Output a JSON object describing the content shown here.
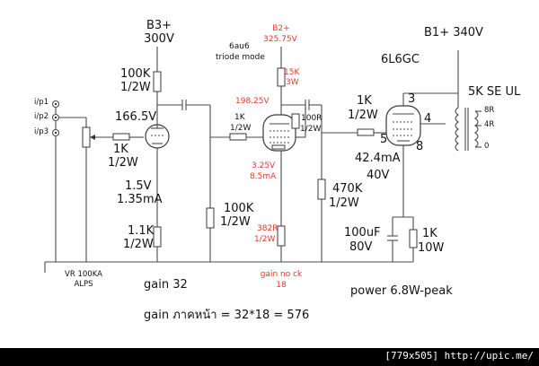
{
  "title_section": {
    "b3_label": "B3+",
    "b3_voltage": "300V",
    "b2_label": "B2+",
    "b2_voltage": "325.75V",
    "b1_label": "B1+ 340V"
  },
  "input_stage": {
    "inputs": [
      "i/p1",
      "i/p2",
      "i/p3"
    ],
    "volume_pot": "VR 100KA",
    "volume_pot_brand": "ALPS",
    "grid_resistor_value": "1K",
    "grid_resistor_power": "1/2W",
    "plate_resistor_value": "100K",
    "plate_resistor_power": "1/2W",
    "plate_voltage": "166.5V",
    "cathode_voltage": "1.5V",
    "cathode_current": "1.35mA",
    "cathode_resistor_value": "1.1K",
    "cathode_resistor_power": "1/2W",
    "gain_label": "gain 32"
  },
  "driver_stage": {
    "tube_name": "6au6",
    "tube_mode": "triode mode",
    "plate_resistor_value": "15K",
    "plate_resistor_power": "3W",
    "plate_voltage": "198.25V",
    "grid_resistor_value": "1K",
    "grid_resistor_power": "1/2W",
    "grid_leak_value": "100K",
    "grid_leak_power": "1/2W",
    "cathode_voltage": "3.25V",
    "cathode_current": "8.5mA",
    "cathode_resistor_value": "382R",
    "cathode_resistor_power": "1/2W",
    "gain_label": "gain no ck",
    "gain_value": "18",
    "stopper_value": "100R",
    "stopper_power": "1/2W"
  },
  "output_stage": {
    "tube_name": "6L6GC",
    "grid_resistor_value": "1K",
    "grid_resistor_power": "1/2W",
    "grid_leak_value": "470K",
    "grid_leak_power": "1/2W",
    "pin_3": "3",
    "pin_4": "4",
    "pin_5": "5",
    "pin_8": "8",
    "cathode_current": "42.4mA",
    "cathode_voltage": "40V",
    "cathode_cap_value": "100uF",
    "cathode_cap_voltage": "80V",
    "cathode_resistor_value": "1K",
    "cathode_resistor_power": "10W",
    "transformer": "5K SE UL",
    "tap_8": "8R",
    "tap_4": "4R",
    "tap_0": "0",
    "power_label": "power 6.8W-peak"
  },
  "gain_equation": "gain ภาคหน้า = 32*18 = 576",
  "footer": {
    "text": "[779x505] http://upic.me/"
  }
}
